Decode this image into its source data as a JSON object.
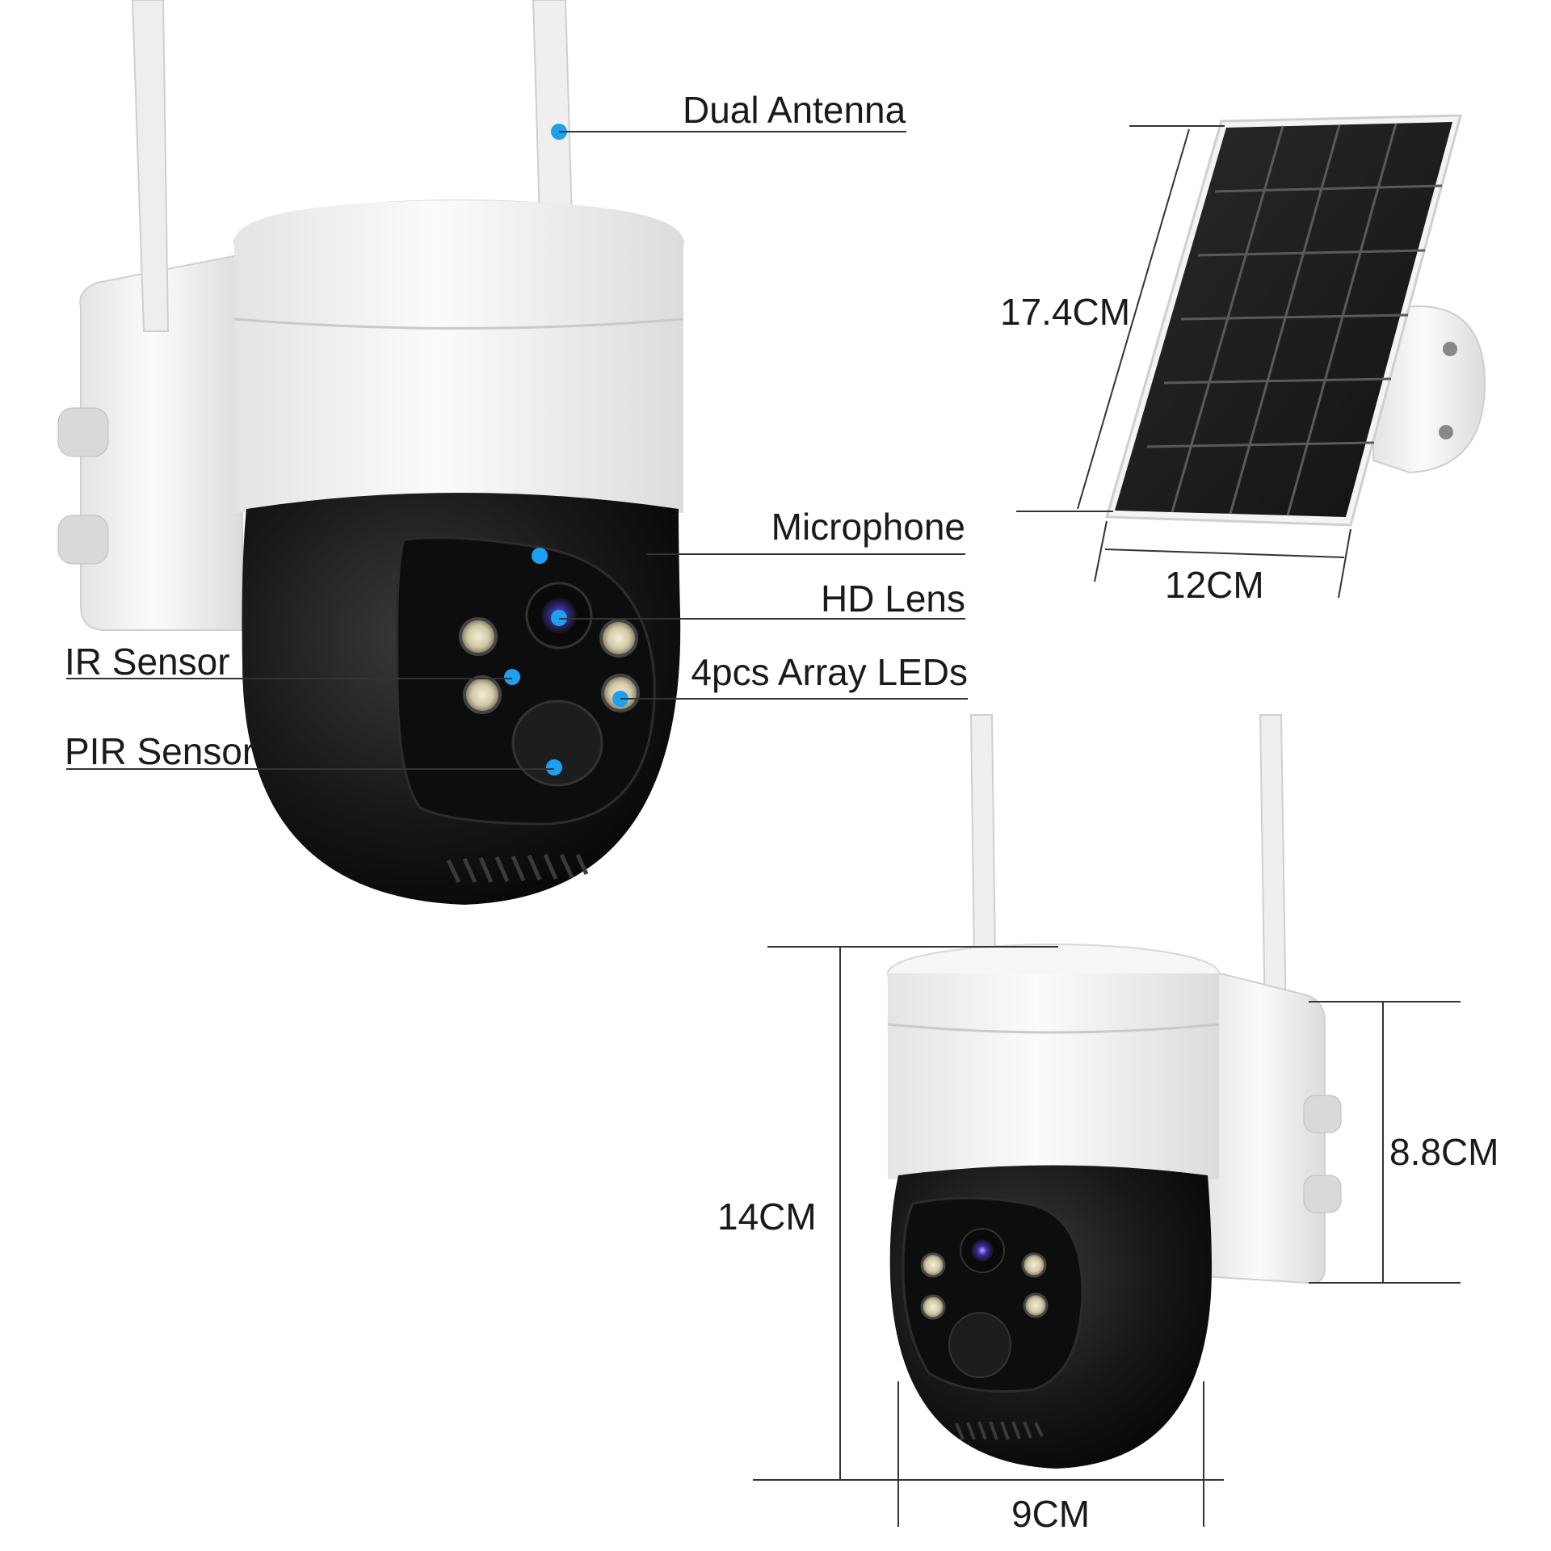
{
  "callouts": {
    "dual_antenna": "Dual Antenna",
    "microphone": "Microphone",
    "hd_lens": "HD Lens",
    "ir_sensor": "IR Sensor",
    "array_leds": "4pcs Array LEDs",
    "pir_sensor": "PIR Sensor"
  },
  "dimensions": {
    "solar_height": "17.4CM",
    "solar_width": "12CM",
    "camera_height": "14CM",
    "camera_width": "9CM",
    "mount_height": "8.8CM"
  },
  "colors": {
    "callout_dot": "#1ea0f0",
    "camera_white": "#f2f2f2",
    "camera_black": "#141414",
    "solar_cell": "#1c1c1e"
  }
}
